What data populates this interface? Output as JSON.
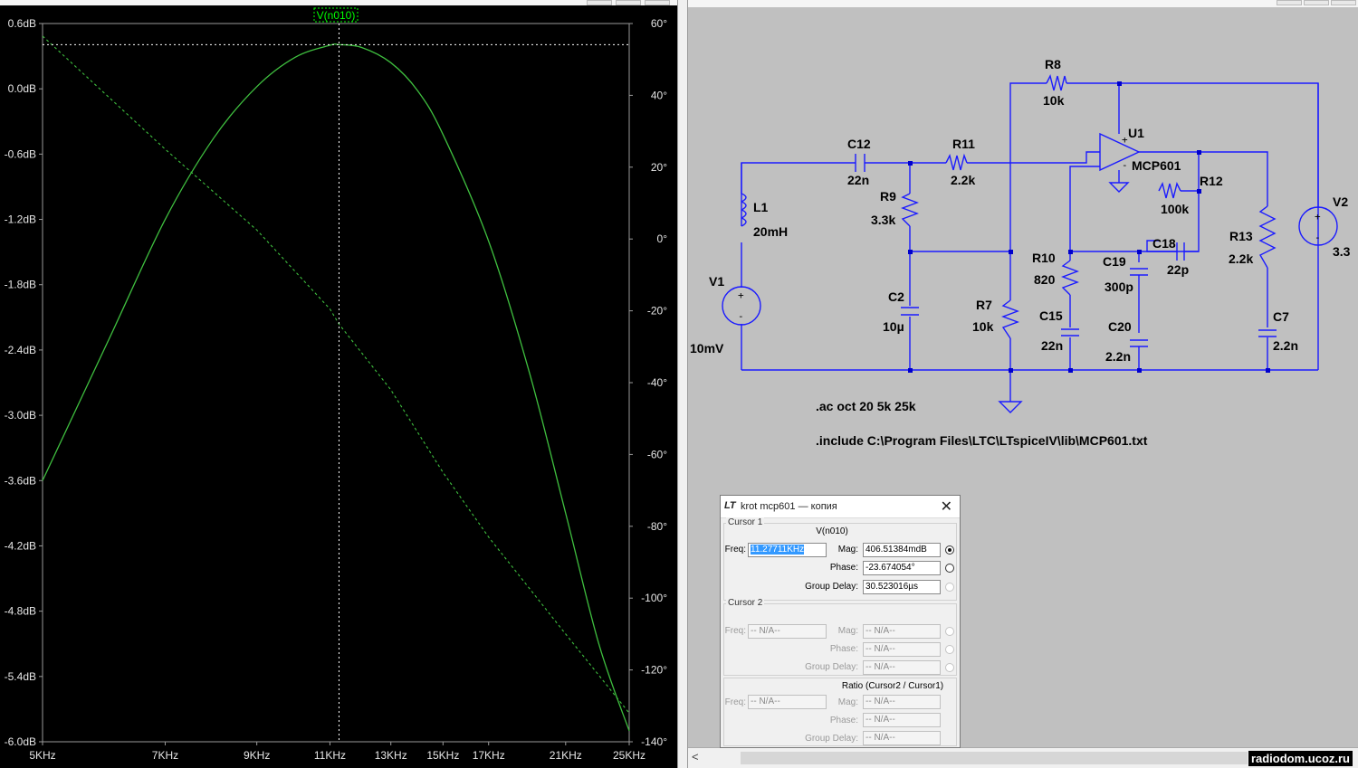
{
  "plot": {
    "trace_label": "V(n010)",
    "colors": {
      "background": "#000000",
      "trace": "#3fbf3f",
      "axis": "#9a9a9a",
      "text": "#e6e6e6",
      "label": "#00ff00"
    },
    "y_ticks": [
      "0.6dB",
      "0.0dB",
      "-0.6dB",
      "-1.2dB",
      "-1.8dB",
      "-2.4dB",
      "-3.0dB",
      "-3.6dB",
      "-4.2dB",
      "-4.8dB",
      "-5.4dB",
      "-6.0dB"
    ],
    "phase_ticks": [
      "60°",
      "40°",
      "20°",
      "0°",
      "-20°",
      "-40°",
      "-60°",
      "-80°",
      "-100°",
      "-120°",
      "-140°"
    ],
    "x_ticks": [
      "5KHz",
      "7KHz",
      "9KHz",
      "11KHz",
      "13KHz",
      "15KHz",
      "17KHz",
      "21KHz",
      "25KHz"
    ]
  },
  "chart_data": {
    "type": "line",
    "title": "V(n010)",
    "x_scale": "log",
    "x_unit": "Hz",
    "xlim": [
      5000,
      25000
    ],
    "ylim_mag_db": [
      -6.0,
      0.6
    ],
    "ylim_phase_deg": [
      -140,
      60
    ],
    "grid": false,
    "cursor": {
      "freq_hz": 11277,
      "mag_db": 0.406
    },
    "series": [
      {
        "name": "V(n010)",
        "axis": "magnitude",
        "style": "solid",
        "x": [
          5000,
          6000,
          7000,
          8000,
          9000,
          10000,
          11000,
          11277,
          12000,
          13000,
          14000,
          15000,
          17000,
          19000,
          21000,
          23000,
          25000
        ],
        "y": [
          -3.6,
          -2.3,
          -1.2,
          -0.45,
          0.02,
          0.29,
          0.4,
          0.406,
          0.38,
          0.24,
          -0.02,
          -0.42,
          -1.4,
          -2.6,
          -3.9,
          -5.1,
          -5.9
        ]
      },
      {
        "axis": "phase",
        "style": "dotted",
        "x": [
          5000,
          7000,
          9000,
          11000,
          11277,
          13000,
          15000,
          17000,
          21000,
          25000
        ],
        "y": [
          56.5,
          25,
          2.5,
          -19.5,
          -23.7,
          -42,
          -65,
          -83,
          -110,
          -132
        ]
      }
    ]
  },
  "schematic": {
    "labels": {
      "R8": "R8",
      "R8v": "10k",
      "C12": "C12",
      "C12v": "22n",
      "R11": "R11",
      "R11v": "2.2k",
      "U1": "U1",
      "U1v": "MCP601",
      "R12": "R12",
      "R12v": "100k",
      "V2": "V2",
      "V2v": "3.3",
      "L1": "L1",
      "L1v": "20mH",
      "R9": "R9",
      "R9v": "3.3k",
      "C18": "C18",
      "C18v": "22p",
      "R13": "R13",
      "R13v": "2.2k",
      "R10": "R10",
      "R10v": "820",
      "C19": "C19",
      "C19v": "300p",
      "V1": "V1",
      "V1v": "10mV",
      "C2": "C2",
      "C2v": "10µ",
      "R7": "R7",
      "R7v": "10k",
      "C15": "C15",
      "C15v": "22n",
      "C20": "C20",
      "C20v": "2.2n",
      "C7": "C7",
      "C7v": "2.2n",
      "plus": "+",
      "minus": "-",
      "ac": ".ac oct 20 5k 25k",
      "include": ".include C:\\Program Files\\LTC\\LTspiceIV\\lib\\MCP601.txt"
    },
    "colors": {
      "background": "#c0c0c0",
      "wire": "#1a1aff",
      "junction": "#0000cc",
      "text": "#000000"
    }
  },
  "dialog": {
    "logo": "LT",
    "title": "krot mcp601 — копия",
    "close": "✕",
    "cursor1": {
      "group": "Cursor 1",
      "trace": "V(n010)",
      "freq_label": "Freq:",
      "freq": "11.27711KHz",
      "mag_label": "Mag:",
      "mag": "406.51384mdB",
      "phase_label": "Phase:",
      "phase": "-23.674054°",
      "gd_label": "Group Delay:",
      "gd": "30.523016µs"
    },
    "cursor2": {
      "group": "Cursor 2",
      "freq_label": "Freq:",
      "freq": "-- N/A--",
      "mag_label": "Mag:",
      "mag": "-- N/A--",
      "phase_label": "Phase:",
      "phase": "-- N/A--",
      "gd_label": "Group Delay:",
      "gd": "-- N/A--"
    },
    "ratio": {
      "title": "Ratio (Cursor2 / Cursor1)",
      "freq_label": "Freq:",
      "freq": "-- N/A--",
      "mag_label": "Mag:",
      "mag": "-- N/A--",
      "phase_label": "Phase:",
      "phase": "-- N/A--",
      "gd_label": "Group Delay:",
      "gd": "-- N/A--"
    }
  },
  "scrollbar": {
    "left_arrow": "<"
  },
  "watermark": "radiodom.ucoz.ru"
}
